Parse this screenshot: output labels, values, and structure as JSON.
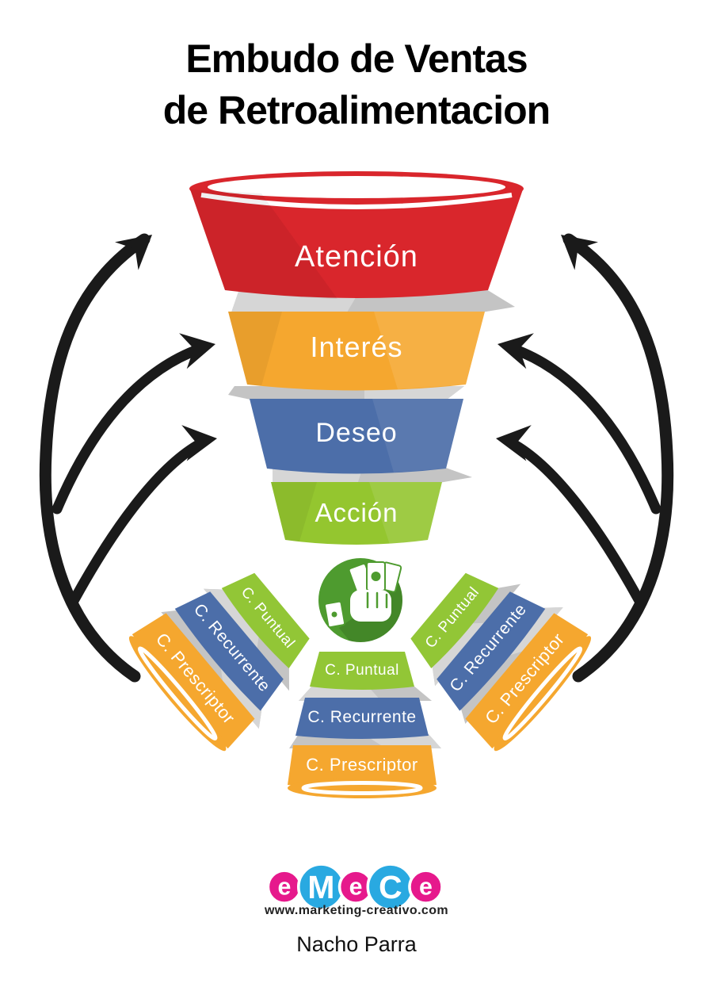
{
  "title": {
    "line1": "Embudo de Ventas",
    "line2": "de Retroalimentacion"
  },
  "funnel": {
    "stages": [
      {
        "label": "Atención",
        "color": "#d9262c"
      },
      {
        "label": "Interés",
        "color": "#f5a72f"
      },
      {
        "label": "Deseo",
        "color": "#4c6ea9"
      },
      {
        "label": "Acción",
        "color": "#94c62f"
      }
    ]
  },
  "money_circle": {
    "icon": "money-in-hand-icon",
    "color": "#4e9b2f"
  },
  "mini_funnel": {
    "stages": [
      {
        "label": "C. Puntual",
        "color": "#92c636"
      },
      {
        "label": "C. Recurrente",
        "color": "#4c6ea9"
      },
      {
        "label": "C. Prescriptor",
        "color": "#f5a72f"
      }
    ]
  },
  "arrows": {
    "color": "#1a1a1a",
    "meaning": "feedback-loops-back-to-funnel"
  },
  "logo": {
    "letters": [
      {
        "char": "e",
        "color": "#e6198c"
      },
      {
        "char": "M",
        "color": "#29a9e1"
      },
      {
        "char": "e",
        "color": "#e6198c"
      },
      {
        "char": "C",
        "color": "#29a9e1"
      },
      {
        "char": "e",
        "color": "#e6198c"
      }
    ],
    "url": "www.marketing-creativo.com"
  },
  "author": "Nacho Parra",
  "colors": {
    "gray_band": "#c4c4c4",
    "gray_band_light": "#d6d6d6",
    "background": "#ffffff",
    "title_text": "#000000"
  }
}
